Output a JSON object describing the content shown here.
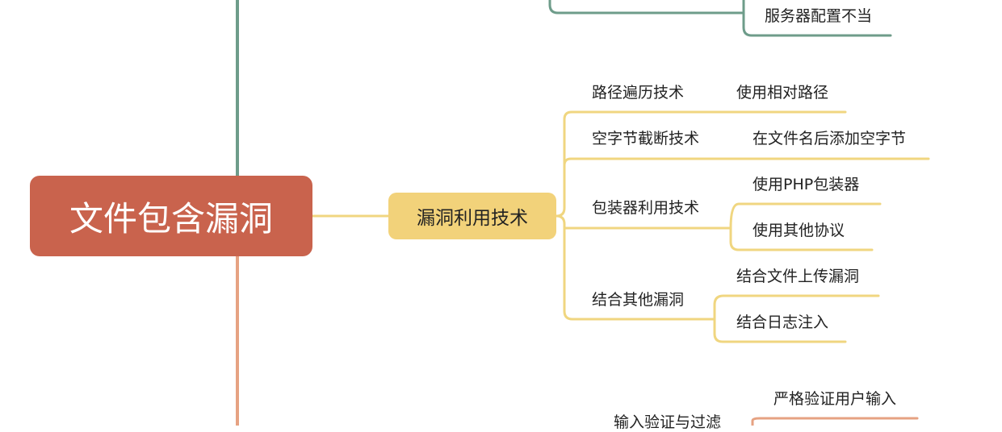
{
  "colors": {
    "root_bg": "#c9634d",
    "branch_bg": "#f2d27a",
    "teal_line": "#6e9c8a",
    "yellow_line": "#f0d680",
    "orange_line": "#e6a282"
  },
  "root": {
    "label": "文件包含漏洞"
  },
  "top_branch": {
    "leaf": "服务器配置不当"
  },
  "branch": {
    "label": "漏洞利用技术",
    "items": [
      {
        "label": "路径遍历技术",
        "children": [
          "使用相对路径"
        ]
      },
      {
        "label": "空字节截断技术",
        "children": [
          "在文件名后添加空字节"
        ]
      },
      {
        "label": "包装器利用技术",
        "children": [
          "使用PHP包装器",
          "使用其他协议"
        ]
      },
      {
        "label": "结合其他漏洞",
        "children": [
          "结合文件上传漏洞",
          "结合日志注入"
        ]
      }
    ]
  },
  "bottom_branch": {
    "item": "输入验证与过滤",
    "leaf": "严格验证用户输入"
  }
}
